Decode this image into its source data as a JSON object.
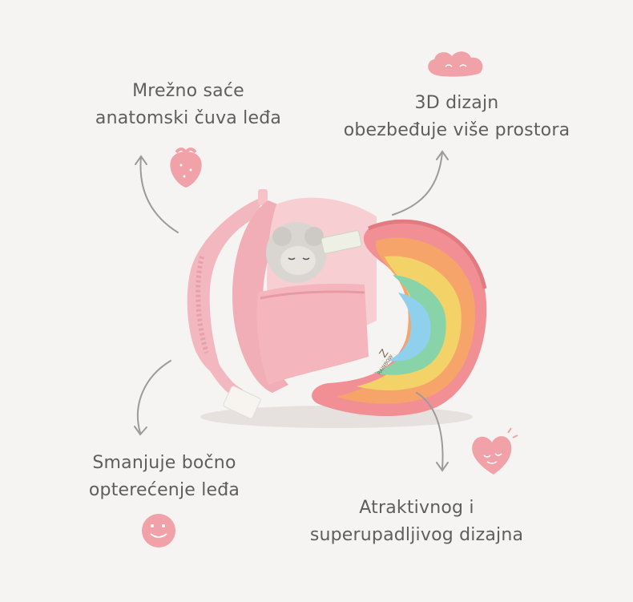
{
  "features": {
    "back_support": {
      "line1": "Mrežno saće",
      "line2": "anatomski čuva leđa"
    },
    "design_3d": {
      "line1": "3D dizajn",
      "line2": "obezbeđuje više prostora"
    },
    "side_load": {
      "line1": "Smanjuje bočno",
      "line2": "opterećenje leđa"
    },
    "attractive": {
      "line1": "Atraktivnog i",
      "line2": "superupadljivog dizajna"
    }
  },
  "product": {
    "brand_mark": "Z",
    "brand_text": "RAINBOW"
  },
  "colors": {
    "background": "#f6f4f3",
    "text": "#5e5e5e",
    "doodle_pink": "#f0a2a8",
    "arrow_gray": "#9b9b9b"
  }
}
